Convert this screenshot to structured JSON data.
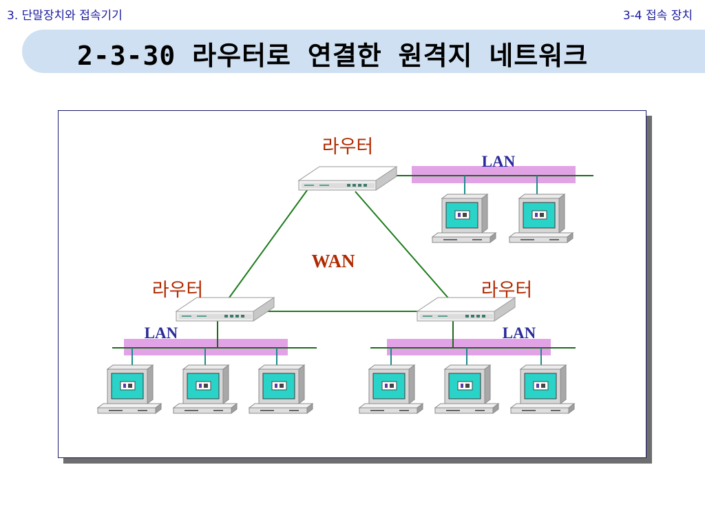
{
  "header": {
    "section": "3. 단말장치와 접속기기",
    "subsection": "3-4 접속 장치"
  },
  "title": "2-3-30   라우터로 연결한 원격지 네트워크",
  "diagram": {
    "wan_label": "WAN",
    "routers": [
      {
        "label": "라우터"
      },
      {
        "label": "라우터"
      },
      {
        "label": "라우터"
      }
    ],
    "lans": [
      {
        "label": "LAN"
      },
      {
        "label": "LAN"
      },
      {
        "label": "LAN"
      }
    ],
    "colors": {
      "title_band": "#cfe0f2",
      "router_label": "#b02a00",
      "lan_label": "#2a2a9a",
      "wan_label": "#b02a00",
      "lan_bus": "#e2a2e6",
      "wan_link": "#1a7a1a",
      "screen": "#29d3c8"
    }
  }
}
